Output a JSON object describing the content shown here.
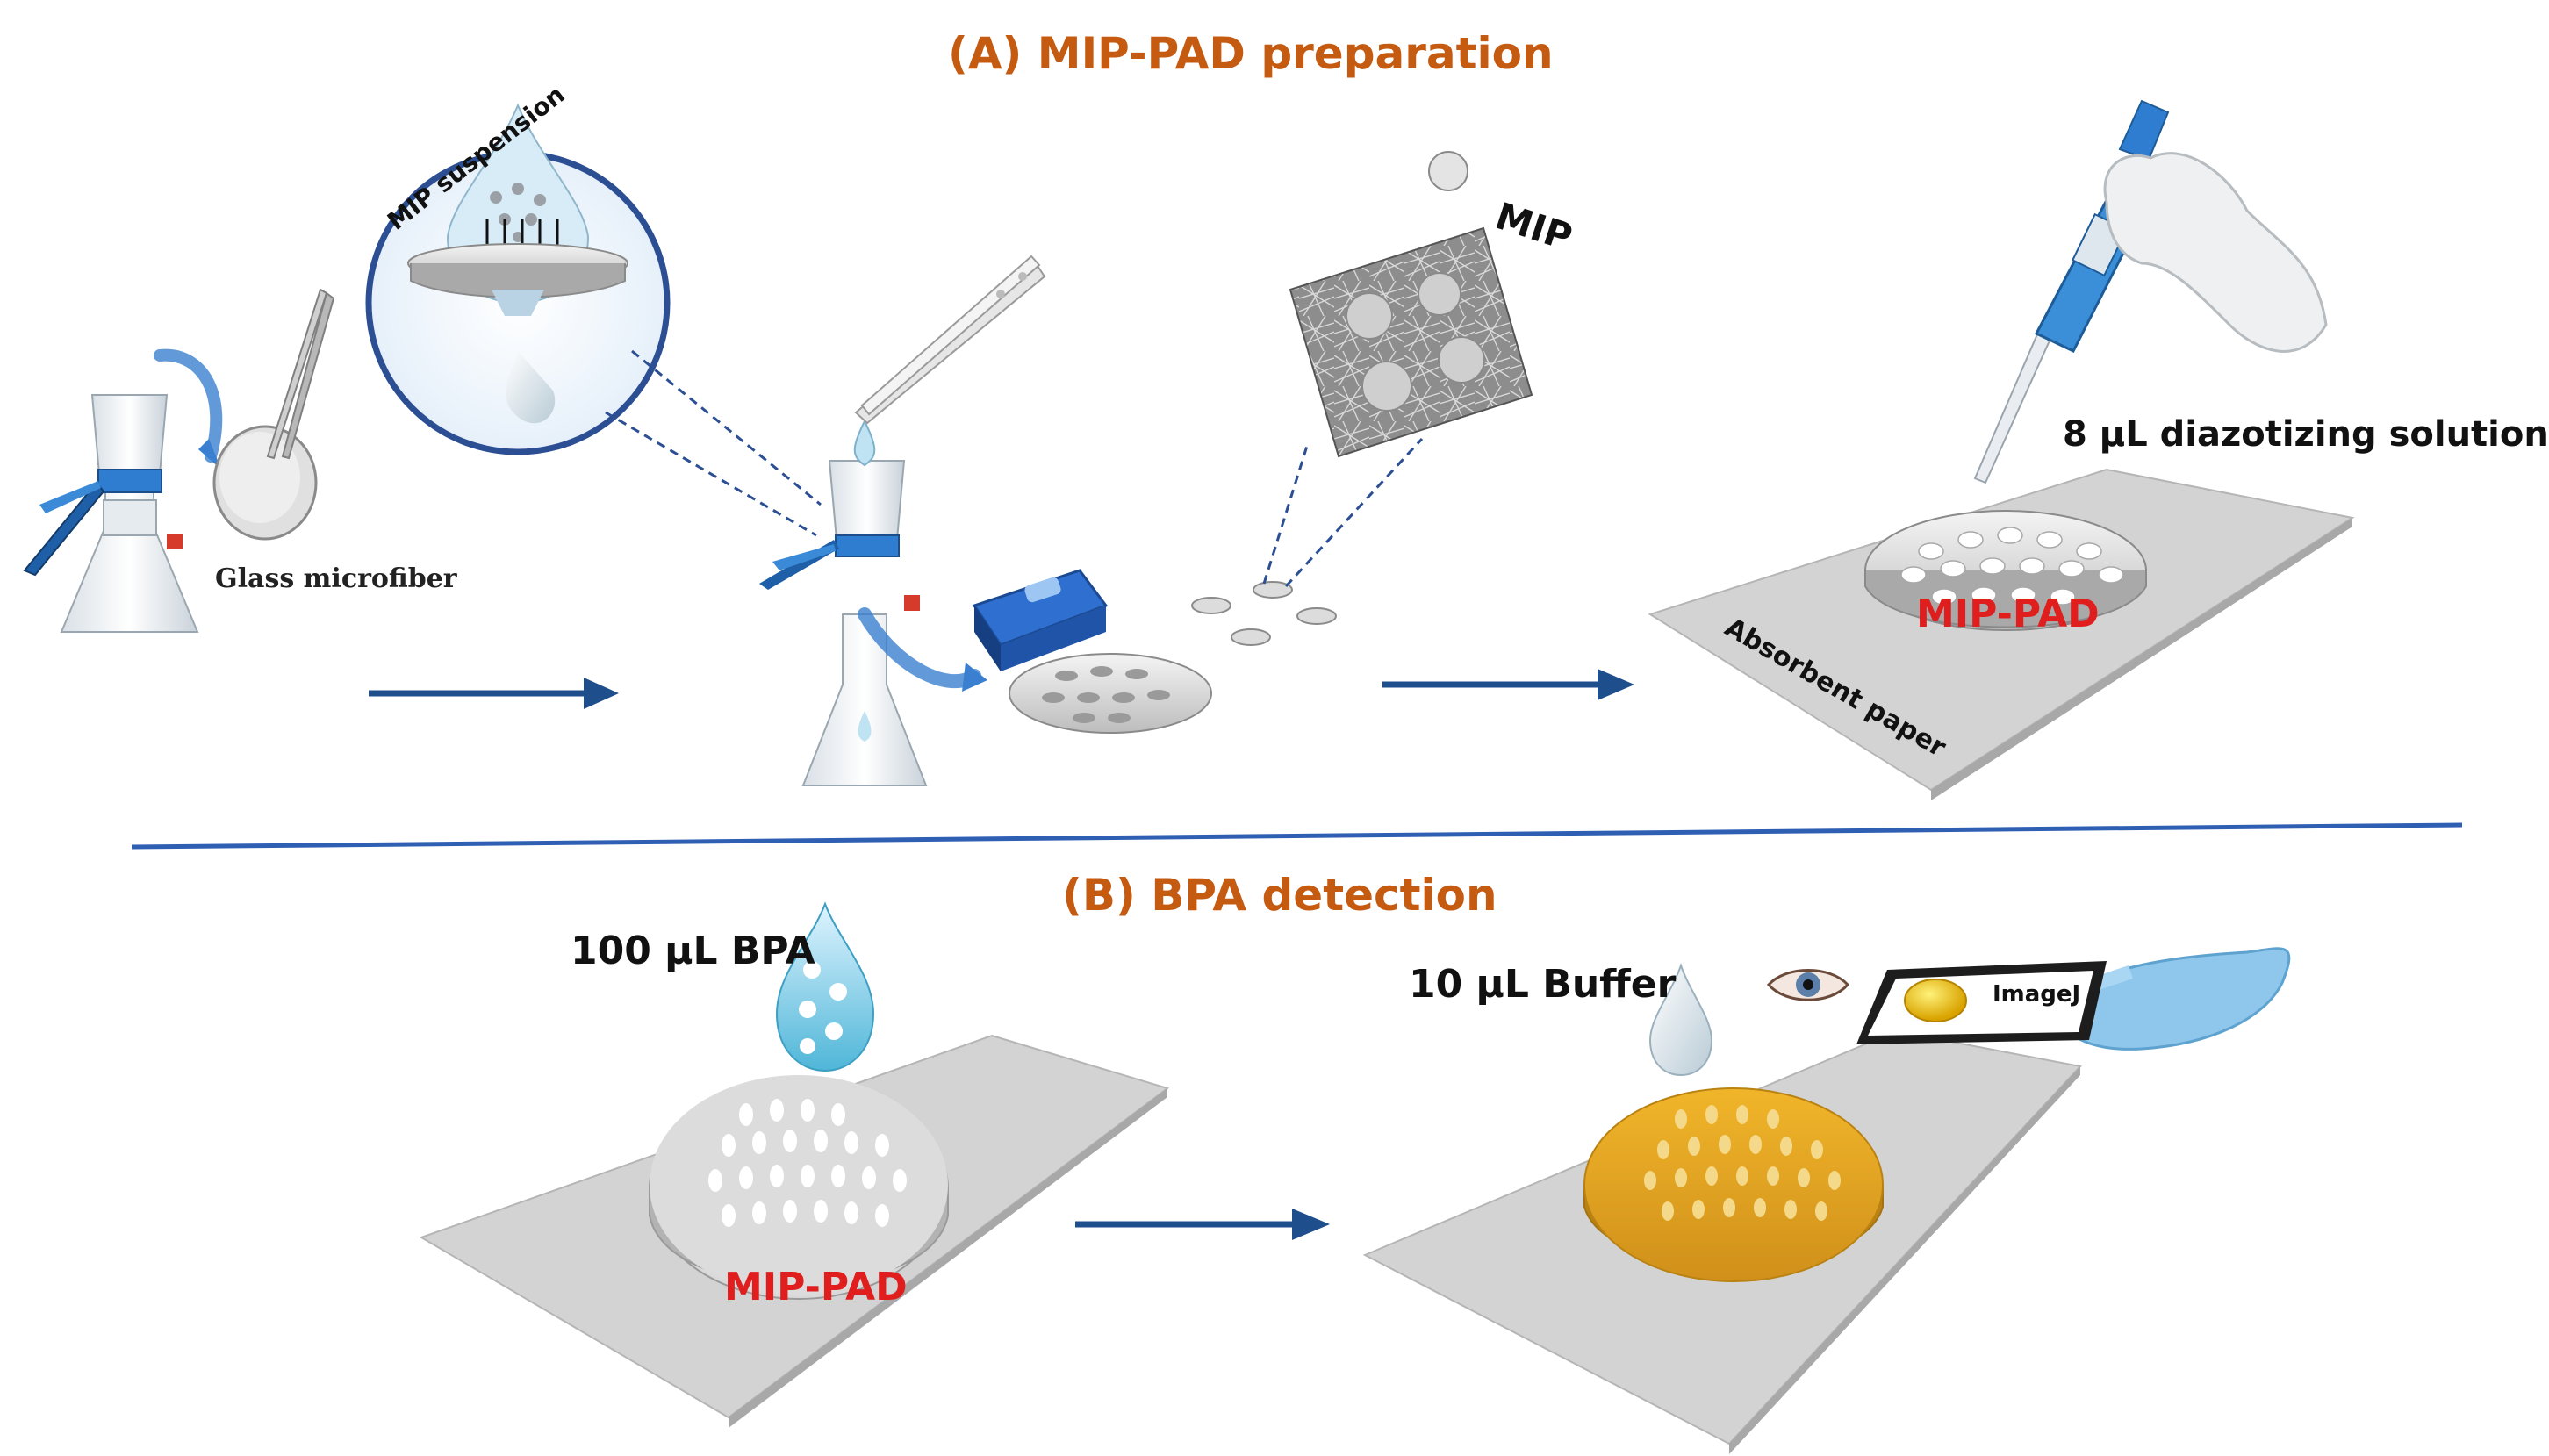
{
  "section_a": {
    "title": "(A) MIP-PAD preparation",
    "glass_microfiber_label": "Glass microfiber",
    "mip_suspension_label": "MIP suspension",
    "mip_label": "MIP",
    "diazotizing_label": "8 µL diazotizing solution",
    "pad_label": "MIP-PAD",
    "absorbent_paper_label": "Absorbent paper"
  },
  "section_b": {
    "title": "(B) BPA detection",
    "bpa_label": "100 µL BPA",
    "pad_label": "MIP-PAD",
    "buffer_label": "10 µL Buffer",
    "imagej_label": "ImageJ"
  },
  "colors": {
    "section_title": "#c55a11",
    "pad_label": "#e01e1e",
    "arrow": "#1f4e8c",
    "divider": "#2f5fb3",
    "result_pad": "#e0a21a",
    "pipette_blue": "#3a8fd8",
    "glove": "#8fc7ec"
  }
}
